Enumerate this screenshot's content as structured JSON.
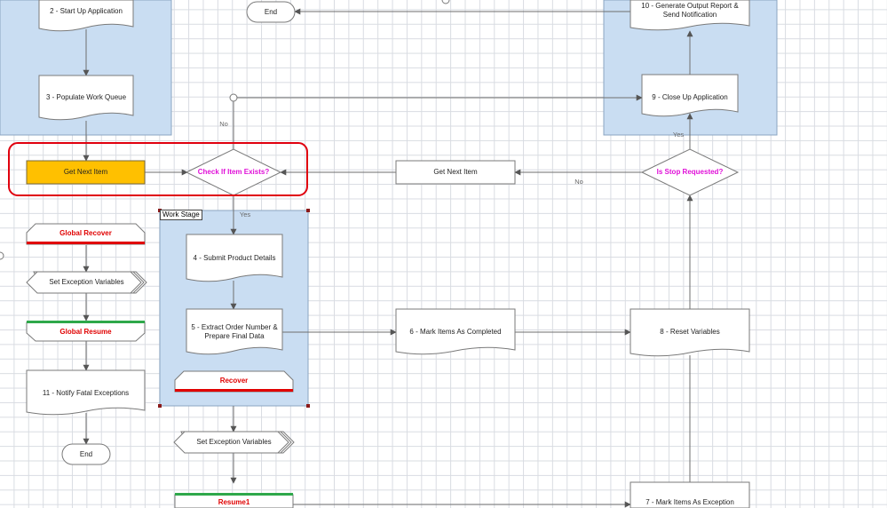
{
  "nodes": {
    "start_up": "2 - Start Up Application",
    "populate": "3 - Populate Work Queue",
    "end_top": "End",
    "generate": "10 - Generate Output Report & Send Notification",
    "close_up": "9 - Close Up Application",
    "get_next_item": "Get Next Item",
    "check_exists": "Check If Item Exists?",
    "get_next_item_2": "Get Next Item",
    "stop_requested": "Is Stop Requested?",
    "global_recover": "Global Recover",
    "set_exception_1": "Set Exception Variables",
    "global_resume": "Global Resume",
    "notify_fatal": "11 - Notify Fatal Exceptions",
    "end_bottom": "End",
    "work_stage": "Work Stage",
    "submit_product": "4 - Submit Product Details",
    "extract_order": "5 - Extract Order Number & Prepare Final Data",
    "recover": "Recover",
    "set_exception_2": "Set Exception Variables",
    "resume1": "Resume1",
    "mark_completed": "6 - Mark Items As Completed",
    "reset_vars": "8 - Reset Variables",
    "mark_exception": "7 - Mark Items As Exception"
  },
  "edge_labels": {
    "no_check": "No",
    "yes_check": "Yes",
    "no_stop": "No",
    "yes_stop": "Yes"
  },
  "colors": {
    "stage_fill": "#c9ddf2",
    "highlight_fill": "#ffc000",
    "highlight_outline": "#e0000e",
    "decision_text": "#e010d8",
    "recover_text": "#e00000",
    "resume_bar": "#2ea84a"
  }
}
